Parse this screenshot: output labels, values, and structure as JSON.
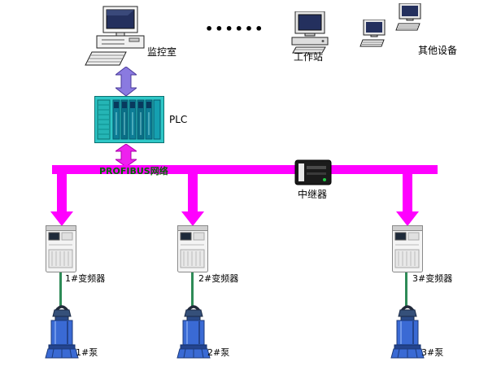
{
  "diagram": {
    "top": {
      "monitor_room_label": "监控室",
      "dots": "••••••",
      "workstation_label": "工作站",
      "other_devices_label": "其他设备"
    },
    "plc_label": "PLC",
    "bus_label": "PROFIBUS网络",
    "repeater_label": "中继器",
    "inverters": [
      {
        "label": "1#变频器"
      },
      {
        "label": "2#变频器"
      },
      {
        "label": "3#变频器"
      }
    ],
    "pumps": [
      {
        "label": "1#泵"
      },
      {
        "label": "2#泵"
      },
      {
        "label": "3#泵"
      }
    ],
    "colors": {
      "bus": "#ff00ff",
      "bus_label_color": "#006600",
      "uplink_arrow_purple": "#8a7ae0",
      "uplink_arrow_magenta": "#ee22ee",
      "plc_teal": "#2fc7c7",
      "pump_blue": "#3a6ad4",
      "cable_green": "#2e8b57"
    }
  }
}
